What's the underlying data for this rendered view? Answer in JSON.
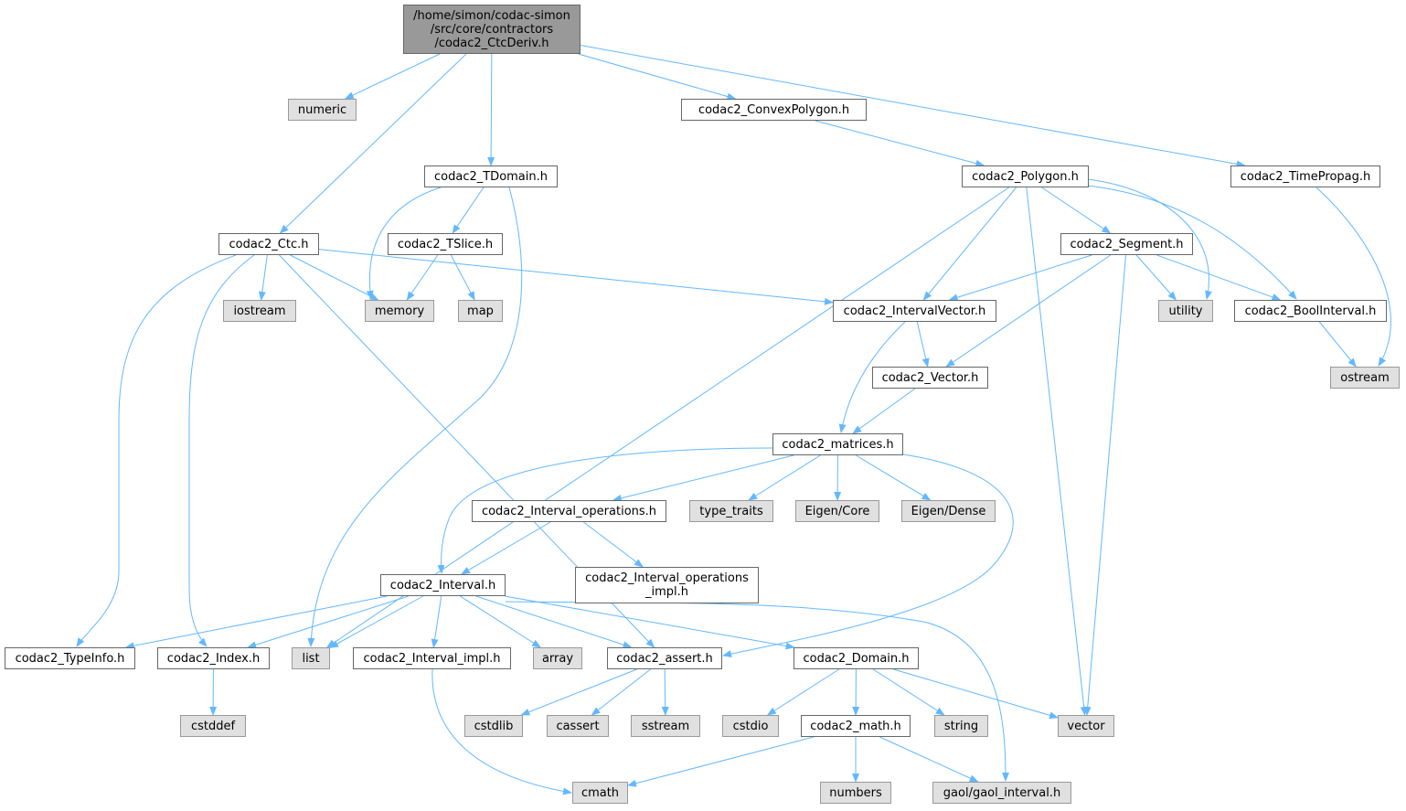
{
  "graph": {
    "edge_color": "#63b8ff",
    "nodes": [
      {
        "id": "root",
        "label": "/home/simon/codac-simon\n/src/core/contractors\n/codac2_CtcDeriv.h",
        "kind": "root"
      },
      {
        "id": "numeric",
        "label": "numeric",
        "kind": "ext"
      },
      {
        "id": "convexpolygon",
        "label": "codac2_ConvexPolygon.h",
        "kind": "file"
      },
      {
        "id": "tdomain",
        "label": "codac2_TDomain.h",
        "kind": "file"
      },
      {
        "id": "polygon",
        "label": "codac2_Polygon.h",
        "kind": "file"
      },
      {
        "id": "timepropag",
        "label": "codac2_TimePropag.h",
        "kind": "file"
      },
      {
        "id": "ctc",
        "label": "codac2_Ctc.h",
        "kind": "file"
      },
      {
        "id": "tslice",
        "label": "codac2_TSlice.h",
        "kind": "file"
      },
      {
        "id": "segment",
        "label": "codac2_Segment.h",
        "kind": "file"
      },
      {
        "id": "iostream",
        "label": "iostream",
        "kind": "ext"
      },
      {
        "id": "memory",
        "label": "memory",
        "kind": "ext"
      },
      {
        "id": "map",
        "label": "map",
        "kind": "ext"
      },
      {
        "id": "intervalvector",
        "label": "codac2_IntervalVector.h",
        "kind": "file"
      },
      {
        "id": "utility",
        "label": "utility",
        "kind": "ext"
      },
      {
        "id": "boolinterval",
        "label": "codac2_BoolInterval.h",
        "kind": "file"
      },
      {
        "id": "vectorh",
        "label": "codac2_Vector.h",
        "kind": "file"
      },
      {
        "id": "ostream",
        "label": "ostream",
        "kind": "ext"
      },
      {
        "id": "matrices",
        "label": "codac2_matrices.h",
        "kind": "file"
      },
      {
        "id": "intervalops",
        "label": "codac2_Interval_operations.h",
        "kind": "file"
      },
      {
        "id": "typetraits",
        "label": "type_traits",
        "kind": "ext"
      },
      {
        "id": "eigencore",
        "label": "Eigen/Core",
        "kind": "ext"
      },
      {
        "id": "eigendense",
        "label": "Eigen/Dense",
        "kind": "ext"
      },
      {
        "id": "intervalopsimpl",
        "label": "codac2_Interval_operations\n_impl.h",
        "kind": "file"
      },
      {
        "id": "interval",
        "label": "codac2_Interval.h",
        "kind": "file"
      },
      {
        "id": "typeinfo",
        "label": "codac2_TypeInfo.h",
        "kind": "file"
      },
      {
        "id": "index",
        "label": "codac2_Index.h",
        "kind": "file"
      },
      {
        "id": "list",
        "label": "list",
        "kind": "ext"
      },
      {
        "id": "intervalimpl",
        "label": "codac2_Interval_impl.h",
        "kind": "file"
      },
      {
        "id": "array",
        "label": "array",
        "kind": "ext"
      },
      {
        "id": "assert",
        "label": "codac2_assert.h",
        "kind": "file"
      },
      {
        "id": "domain",
        "label": "codac2_Domain.h",
        "kind": "file"
      },
      {
        "id": "cstddef",
        "label": "cstddef",
        "kind": "ext"
      },
      {
        "id": "cstdlib",
        "label": "cstdlib",
        "kind": "ext"
      },
      {
        "id": "cassert",
        "label": "cassert",
        "kind": "ext"
      },
      {
        "id": "sstream",
        "label": "sstream",
        "kind": "ext"
      },
      {
        "id": "cstdio",
        "label": "cstdio",
        "kind": "ext"
      },
      {
        "id": "math",
        "label": "codac2_math.h",
        "kind": "file"
      },
      {
        "id": "string",
        "label": "string",
        "kind": "ext"
      },
      {
        "id": "vector",
        "label": "vector",
        "kind": "ext"
      },
      {
        "id": "cmath",
        "label": "cmath",
        "kind": "ext"
      },
      {
        "id": "numbers",
        "label": "numbers",
        "kind": "ext"
      },
      {
        "id": "gaol",
        "label": "gaol/gaol_interval.h",
        "kind": "ext"
      }
    ],
    "edges": [
      [
        "root",
        "numeric"
      ],
      [
        "root",
        "convexpolygon"
      ],
      [
        "root",
        "tdomain"
      ],
      [
        "root",
        "timepropag"
      ],
      [
        "root",
        "ctc"
      ],
      [
        "convexpolygon",
        "polygon"
      ],
      [
        "tdomain",
        "memory"
      ],
      [
        "tdomain",
        "tslice"
      ],
      [
        "tdomain",
        "list"
      ],
      [
        "polygon",
        "list"
      ],
      [
        "polygon",
        "intervalvector"
      ],
      [
        "polygon",
        "vector"
      ],
      [
        "polygon",
        "segment"
      ],
      [
        "polygon",
        "utility"
      ],
      [
        "polygon",
        "boolinterval"
      ],
      [
        "timepropag",
        "ostream"
      ],
      [
        "ctc",
        "typeinfo"
      ],
      [
        "ctc",
        "index"
      ],
      [
        "ctc",
        "iostream"
      ],
      [
        "ctc",
        "memory"
      ],
      [
        "ctc",
        "assert"
      ],
      [
        "ctc",
        "intervalvector"
      ],
      [
        "tslice",
        "memory"
      ],
      [
        "tslice",
        "map"
      ],
      [
        "segment",
        "intervalvector"
      ],
      [
        "segment",
        "vectorh"
      ],
      [
        "segment",
        "utility"
      ],
      [
        "segment",
        "boolinterval"
      ],
      [
        "segment",
        "vector"
      ],
      [
        "intervalvector",
        "vectorh"
      ],
      [
        "intervalvector",
        "matrices"
      ],
      [
        "boolinterval",
        "ostream"
      ],
      [
        "vectorh",
        "matrices"
      ],
      [
        "matrices",
        "intervalops"
      ],
      [
        "matrices",
        "typetraits"
      ],
      [
        "matrices",
        "eigencore"
      ],
      [
        "matrices",
        "eigendense"
      ],
      [
        "matrices",
        "interval"
      ],
      [
        "matrices",
        "assert"
      ],
      [
        "intervalops",
        "interval"
      ],
      [
        "intervalops",
        "intervalopsimpl"
      ],
      [
        "interval",
        "typeinfo"
      ],
      [
        "interval",
        "index"
      ],
      [
        "interval",
        "list"
      ],
      [
        "interval",
        "intervalimpl"
      ],
      [
        "interval",
        "array"
      ],
      [
        "interval",
        "assert"
      ],
      [
        "interval",
        "domain"
      ],
      [
        "interval",
        "gaol"
      ],
      [
        "index",
        "cstddef"
      ],
      [
        "intervalimpl",
        "cmath"
      ],
      [
        "assert",
        "cstdlib"
      ],
      [
        "assert",
        "cassert"
      ],
      [
        "assert",
        "sstream"
      ],
      [
        "domain",
        "cstdio"
      ],
      [
        "domain",
        "math"
      ],
      [
        "domain",
        "string"
      ],
      [
        "domain",
        "vector"
      ],
      [
        "math",
        "cmath"
      ],
      [
        "math",
        "numbers"
      ],
      [
        "math",
        "gaol"
      ]
    ]
  }
}
